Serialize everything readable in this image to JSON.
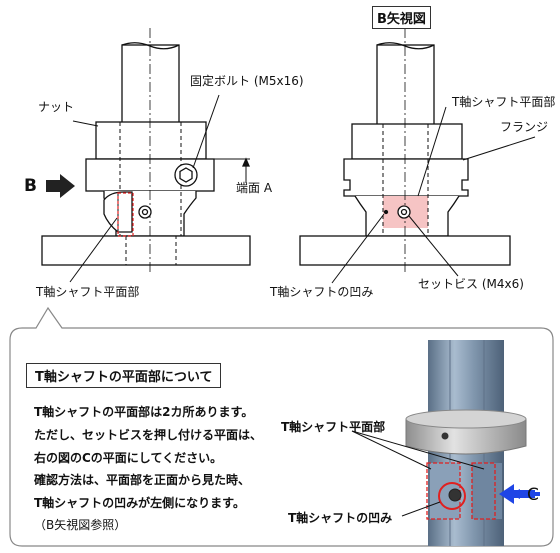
{
  "view_b_title": "B矢視図",
  "left_view": {
    "nut": "ナット",
    "fixing_bolt": "固定ボルト (M5x16)",
    "arrow_b": "B",
    "end_face": "端面 A",
    "t_flat": "T軸シャフト平面部"
  },
  "right_view": {
    "t_flat": "T軸シャフト平面部",
    "flange": "フランジ",
    "t_recess": "T軸シャフトの凹み",
    "set_screw": "セットビス (M4x6)"
  },
  "note": {
    "title": "T軸シャフトの平面部について",
    "lines": [
      "T軸シャフトの平面部は2カ所あります。",
      "ただし、セットビスを押し付ける平面は、",
      "右の図のCの平面にしてください。",
      "確認方法は、平面部を正面から見た時、",
      "T軸シャフトの凹みが左側になります。",
      "（B矢視図参照）"
    ],
    "photo_t_flat": "T軸シャフト平面部",
    "photo_t_recess": "T軸シャフトの凹み",
    "photo_c": "C"
  },
  "colors": {
    "highlight_pink": "#f6c4c4",
    "red_dash": "#e02020",
    "blue_arrow": "#1f45e6",
    "shaft_blue": "#7f95ad"
  }
}
